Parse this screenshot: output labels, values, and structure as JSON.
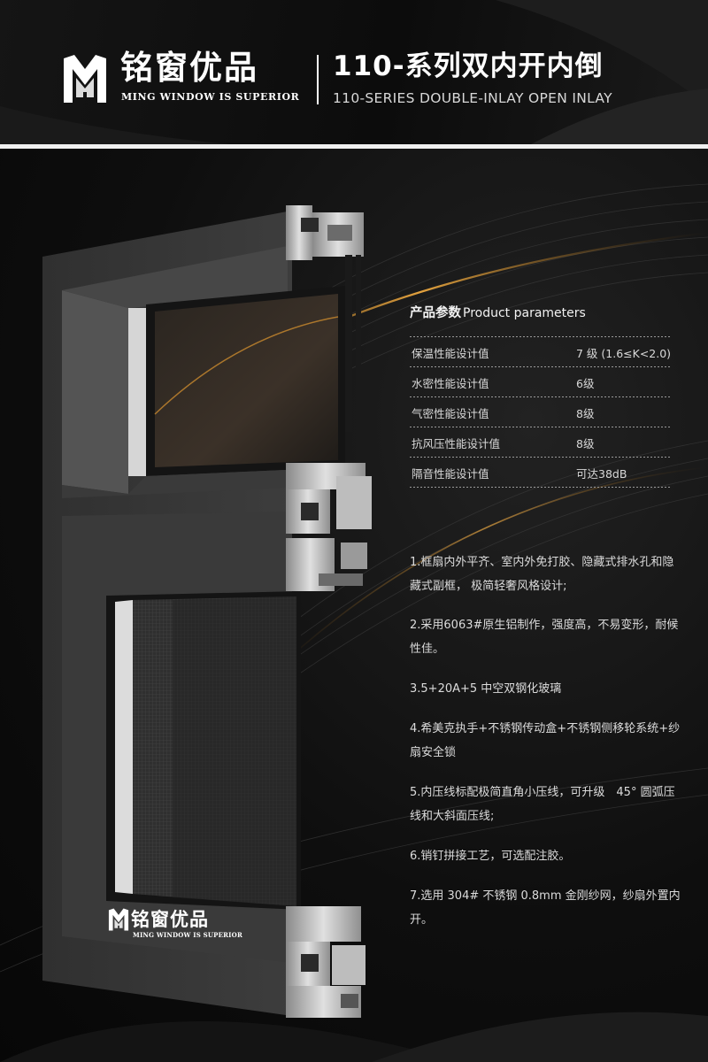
{
  "header": {
    "brand_cn": "铭窗优品",
    "brand_en": "MING WINDOW IS SUPERIOR",
    "series_cn": "110-系列双内开内倒",
    "series_en": "110-SERIES DOUBLE-INLAY OPEN INLAY"
  },
  "product_logo": {
    "brand_cn": "铭窗优品",
    "brand_en": "MING WINDOW IS SUPERIOR"
  },
  "params": {
    "title_cn": "产品参数",
    "title_en": "Product parameters",
    "rows": [
      {
        "label": "保温性能设计值",
        "value": "7 级 (1.6≤K<2.0)"
      },
      {
        "label": "水密性能设计值",
        "value": "6级"
      },
      {
        "label": "气密性能设计值",
        "value": "8级"
      },
      {
        "label": "抗风压性能设计值",
        "value": "8级"
      },
      {
        "label": "隔音性能设计值",
        "value": "可达38dB"
      }
    ]
  },
  "features": [
    "1.框扇内外平齐、室内外免打胶、隐藏式排水孔和隐 藏式副框， 极简轻奢风格设计;",
    "2.采用6063#原生铝制作，强度高，不易变形，耐候性佳。",
    "3.5+20A+5 中空双钢化玻璃",
    "4.希美克执手+不锈钢传动盒+不锈钢侧移轮系统+纱扇安全锁",
    "5.内压线标配极简直角小压线，可升级　45° 圆弧压线和大斜面压线;",
    "6.销钉拼接工艺，可选配注胶。",
    "7.选用 304# 不锈钢 0.8mm 金刚纱网，纱扇外置内开。"
  ],
  "colors": {
    "background": "#0b0b0b",
    "frame": "#3a3a3a",
    "aluminum": "#c9c9c9",
    "gold_accent": "#c98a2e",
    "text": "#e6e6e6"
  }
}
